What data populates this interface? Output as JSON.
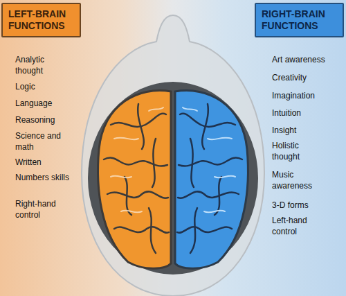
{
  "diagram": {
    "nodes": [
      {
        "text": [
          "LEFT-BRAIN FUNCTIONS"
        ]
      },
      {
        "text": [
          "RIGHT-BRAIN FUNCTIONS"
        ]
      }
    ],
    "labels": [
      "Analytic thought",
      "Logic",
      "Language",
      "Reasoning",
      "Science and math",
      "Written",
      "Numbers skills",
      "Right-hand control",
      "Art awareness",
      "Creativity",
      "Imagination",
      "Intuition",
      "Insight",
      "Holistic thought",
      "Music awareness",
      "3-D forms",
      "Left-hand control"
    ]
  }
}
